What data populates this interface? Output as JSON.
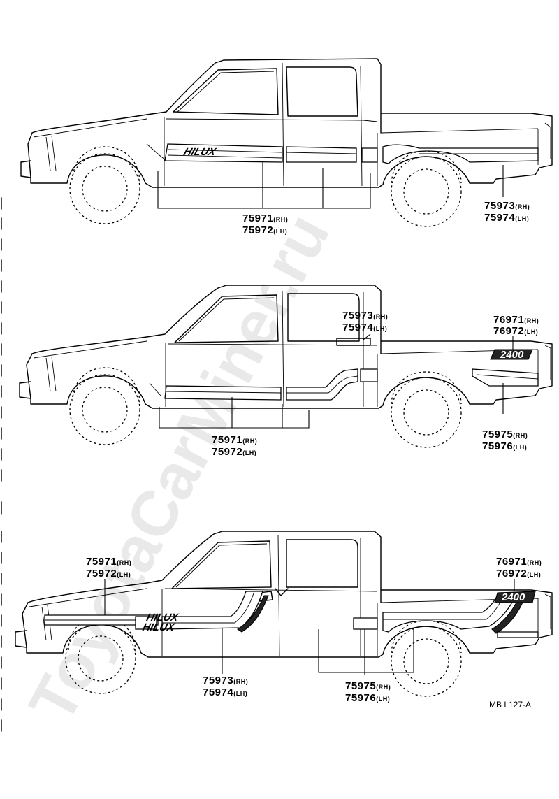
{
  "watermark": "ToyotaCarMiner.ru",
  "figure_code": "MB L127-A",
  "views": [
    {
      "name": "view-1",
      "callouts": [
        {
          "lines": [
            {
              "part": "75971",
              "side": "(RH)"
            },
            {
              "part": "75972",
              "side": "(LH)"
            }
          ]
        },
        {
          "lines": [
            {
              "part": "75973",
              "side": "(RH)"
            },
            {
              "part": "75974",
              "side": "(LH)"
            }
          ]
        }
      ],
      "badges": [
        "HILUX"
      ]
    },
    {
      "name": "view-2",
      "callouts": [
        {
          "lines": [
            {
              "part": "75973",
              "side": "(RH)"
            },
            {
              "part": "75974",
              "side": "(LH)"
            }
          ]
        },
        {
          "lines": [
            {
              "part": "76971",
              "side": "(RH)"
            },
            {
              "part": "76972",
              "side": "(LH)"
            }
          ]
        },
        {
          "lines": [
            {
              "part": "75971",
              "side": "(RH)"
            },
            {
              "part": "75972",
              "side": "(LH)"
            }
          ]
        },
        {
          "lines": [
            {
              "part": "75975",
              "side": "(RH)"
            },
            {
              "part": "75976",
              "side": "(LH)"
            }
          ]
        }
      ],
      "badges": [
        "2400"
      ]
    },
    {
      "name": "view-3",
      "callouts": [
        {
          "lines": [
            {
              "part": "75971",
              "side": "(RH)"
            },
            {
              "part": "75972",
              "side": "(LH)"
            }
          ]
        },
        {
          "lines": [
            {
              "part": "76971",
              "side": "(RH)"
            },
            {
              "part": "76972",
              "side": "(LH)"
            }
          ]
        },
        {
          "lines": [
            {
              "part": "75973",
              "side": "(RH)"
            },
            {
              "part": "75974",
              "side": "(LH)"
            }
          ]
        },
        {
          "lines": [
            {
              "part": "75975",
              "side": "(RH)"
            },
            {
              "part": "75976",
              "side": "(LH)"
            }
          ]
        }
      ],
      "badges": [
        "HILUX",
        "HILUX",
        "2400"
      ]
    }
  ]
}
